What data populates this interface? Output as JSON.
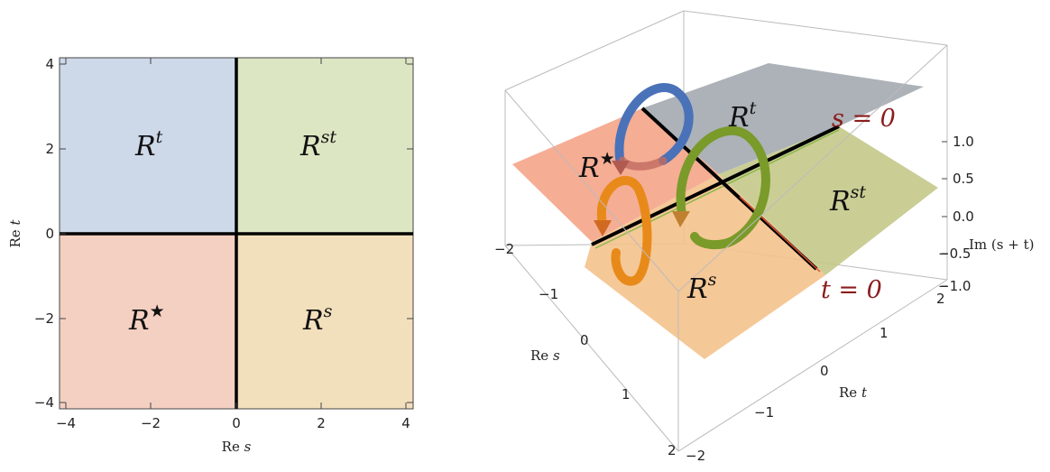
{
  "left_plot": {
    "regions": {
      "top_left": {
        "base": "R",
        "sup": "t",
        "color": "#cdd8e8"
      },
      "top_right": {
        "base": "R",
        "sup": "st",
        "color": "#dce6c3"
      },
      "bottom_left": {
        "base": "R",
        "sup": "★",
        "color": "#f4d0c2"
      },
      "bottom_right": {
        "base": "R",
        "sup": "s",
        "color": "#f2dfbc"
      }
    },
    "x_ticks": [
      "−4",
      "−2",
      "0",
      "2",
      "4"
    ],
    "y_ticks": [
      "4",
      "2",
      "0",
      "−2",
      "−4"
    ],
    "xlabel_re": "Re",
    "xlabel_var": "s",
    "ylabel_re": "Re",
    "ylabel_var": "t"
  },
  "right_plot": {
    "planes": {
      "t_region": {
        "base": "R",
        "sup": "t",
        "color": "#a3aab0"
      },
      "st_region": {
        "base": "R",
        "sup": "st",
        "color": "#c4c98a"
      },
      "star_region": {
        "base": "R",
        "sup": "★",
        "color": "#f4a488"
      },
      "s_region": {
        "base": "R",
        "sup": "s",
        "color": "#f4c28c"
      }
    },
    "line_labels": {
      "s0": "s = 0",
      "t0": "t = 0"
    },
    "z_ticks": [
      "1.0",
      "0.5",
      "0.0",
      "−0.5",
      "−1.0"
    ],
    "res_ticks": [
      "−2",
      "−1",
      "0",
      "1",
      "2"
    ],
    "ret_ticks": [
      "2",
      "1",
      "0",
      "−1",
      "−2"
    ],
    "zlabel": "Im (s + t)",
    "res_label_re": "Re",
    "res_label_var": "s",
    "ret_label_re": "Re",
    "ret_label_var": "t",
    "arrow_colors": {
      "blue": "#4a72b8",
      "green": "#7a9a2a",
      "orange": "#e88a1a"
    }
  }
}
